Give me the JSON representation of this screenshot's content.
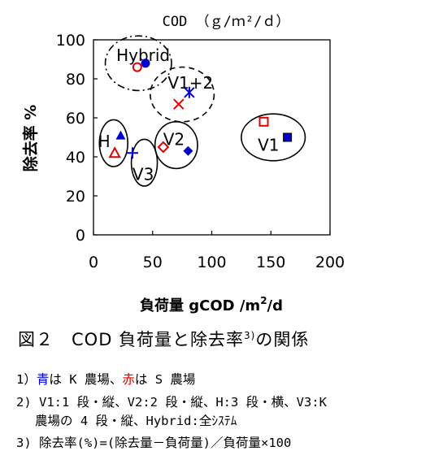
{
  "chart_data": {
    "type": "scatter",
    "title": "COD （ｇ/ｍ²/ｄ）",
    "xlabel": "負荷量 gCOD /m²/d",
    "xlabel_parts": {
      "main": "負荷量 gCOD /m",
      "sup": "2",
      "tail": "/d"
    },
    "ylabel": "除去率 %",
    "xlim": [
      0,
      200
    ],
    "ylim": [
      0,
      100
    ],
    "xticks": [
      0,
      50,
      100,
      150,
      200
    ],
    "yticks": [
      0,
      20,
      40,
      60,
      80,
      100
    ],
    "grid": false,
    "points": [
      {
        "group": "Hybrid",
        "farm": "K",
        "marker": "circle-filled",
        "color": "#0000cc",
        "x": 44,
        "y": 88
      },
      {
        "group": "Hybrid",
        "farm": "S",
        "marker": "circle-open",
        "color": "#dd0000",
        "x": 37,
        "y": 86
      },
      {
        "group": "V1+2",
        "farm": "K",
        "marker": "asterisk",
        "color": "#0000cc",
        "x": 81,
        "y": 73
      },
      {
        "group": "V1+2",
        "farm": "S",
        "marker": "cross",
        "color": "#dd0000",
        "x": 72,
        "y": 67
      },
      {
        "group": "V1",
        "farm": "S",
        "marker": "square-open",
        "color": "#dd0000",
        "x": 144,
        "y": 58
      },
      {
        "group": "V1",
        "farm": "K",
        "marker": "square-filled",
        "color": "#0000cc",
        "x": 164,
        "y": 50
      },
      {
        "group": "H",
        "farm": "K",
        "marker": "triangle-filled",
        "color": "#0000cc",
        "x": 23,
        "y": 51
      },
      {
        "group": "H",
        "farm": "S",
        "marker": "triangle-open",
        "color": "#dd0000",
        "x": 18,
        "y": 42
      },
      {
        "group": "V3",
        "farm": "K",
        "marker": "plus",
        "color": "#0000cc",
        "x": 33,
        "y": 42
      },
      {
        "group": "V2",
        "farm": "S",
        "marker": "diamond-open",
        "color": "#dd0000",
        "x": 59,
        "y": 45
      },
      {
        "group": "V2",
        "farm": "K",
        "marker": "diamond-filled",
        "color": "#0000cc",
        "x": 80,
        "y": 43
      }
    ],
    "groups": [
      {
        "name": "Hybrid",
        "label": "Hybrid",
        "style": "dashdot",
        "cx": 38,
        "cy": 88,
        "rx": 28,
        "ry": 14,
        "lx": 42,
        "ly": 92
      },
      {
        "name": "V1+2",
        "label": "V1+2",
        "style": "dashed",
        "cx": 75,
        "cy": 72,
        "rx": 27,
        "ry": 14,
        "lx": 82,
        "ly": 78
      },
      {
        "name": "V1",
        "label": "V1",
        "style": "solid",
        "cx": 152,
        "cy": 50,
        "rx": 27,
        "ry": 12,
        "lx": 148,
        "ly": 46
      },
      {
        "name": "H",
        "label": "H",
        "style": "solid",
        "cx": 17,
        "cy": 47,
        "rx": 12,
        "ry": 12,
        "lx": 9,
        "ly": 48
      },
      {
        "name": "V3",
        "label": "V3",
        "style": "solid",
        "cx": 43,
        "cy": 37,
        "rx": 11,
        "ry": 12,
        "lx": 42,
        "ly": 31
      },
      {
        "name": "V2",
        "label": "V2",
        "style": "solid",
        "cx": 70,
        "cy": 46,
        "rx": 18,
        "ry": 12,
        "lx": 68,
        "ly": 49
      }
    ],
    "colors": {
      "blue": "#0000cc",
      "red": "#dd0000"
    }
  },
  "caption": "図２　COD 負荷量と除去率³⁾の関係",
  "caption_parts": {
    "main": "図２　COD 負荷量と除去率",
    "sup": "3)",
    "tail": "の関係"
  },
  "notes": {
    "n1_prefix": "1）",
    "n1_blue": "青",
    "n1_mid": "は K 農場、",
    "n1_red": "赤",
    "n1_tail": "は S 農場",
    "n2_line1": "2) V1:1 段・縦、V2:2 段・縦、H:3 段・横、V3:K",
    "n2_line2": "農場の 4 段・縦、Hybrid:全ｼｽﾃﾑ",
    "n3": "3) 除去率(%)=(除去量－負荷量)／負荷量×100"
  }
}
